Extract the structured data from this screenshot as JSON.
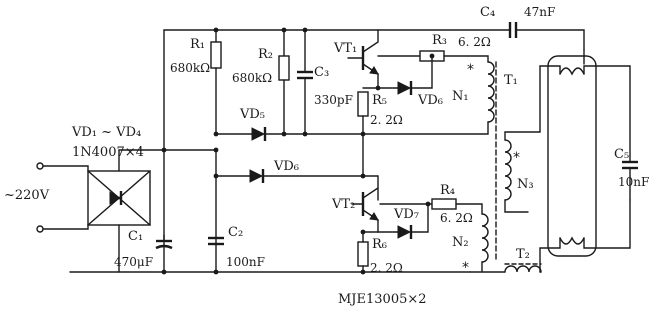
{
  "labels": {
    "c4": "C₄",
    "c4_value": "47nF",
    "r1": "R₁",
    "r1_value": "680kΩ",
    "r2": "R₂",
    "r2_value": "680kΩ",
    "c3": "C₃",
    "c3_value": "330pF",
    "vt1": "VT₁",
    "r3": "R₃",
    "r3_value": "6. 2Ω",
    "t1": "T₁",
    "n1": "N₁",
    "r5": "R₅",
    "r5_value": "2. 2Ω",
    "vd6_top": "VD₆",
    "vd5": "VD₅",
    "vd6": "VD₆",
    "n3": "N₃",
    "c5": "C₅",
    "c5_value": "10nF",
    "bridge": "VD₁ ~ VD₄",
    "bridge_type": "1N4007×4",
    "mains": "~220V",
    "vt2": "VT₂",
    "r4": "R₄",
    "r4_value": "6. 2Ω",
    "vd7": "VD₇",
    "n2": "N₂",
    "c1": "C₁",
    "c1_value": "470μF",
    "c2": "C₂",
    "c2_value": "100nF",
    "r6": "R₆",
    "r6_value": "2. 2Ω",
    "t2": "T₂",
    "transistor_type": "MJE13005×2"
  },
  "stars": {
    "n1": "*",
    "n3": "*",
    "n2": "*"
  }
}
